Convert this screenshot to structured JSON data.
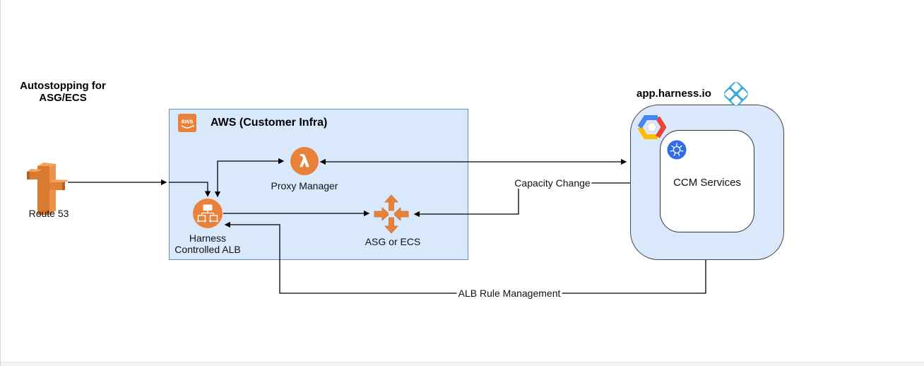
{
  "page": {
    "title_line1": "Autostopping for",
    "title_line2": "ASG/ECS"
  },
  "nodes": {
    "route53": {
      "label": "Route 53"
    },
    "aws": {
      "title": "AWS (Customer Infra)",
      "logo_text": "aws"
    },
    "proxy_manager": {
      "label": "Proxy Manager"
    },
    "alb": {
      "line1": "Harness",
      "line2": "Controlled ALB"
    },
    "asg": {
      "label": "ASG or ECS"
    },
    "harness": {
      "title": "app.harness.io"
    },
    "ccm": {
      "label": "CCM Services"
    }
  },
  "edges": {
    "capacity_change": {
      "label": "Capacity Change"
    },
    "alb_rule_management": {
      "label": "ALB Rule Management"
    }
  },
  "icons": [
    "route53-icon",
    "aws-logo-icon",
    "lambda-icon",
    "alb-icon",
    "autoscaling-icon",
    "harness-logo-icon",
    "gcp-icon",
    "kubernetes-icon"
  ],
  "colors": {
    "container_fill": "#dae8fc",
    "aws_border": "#6c8ebf",
    "orange": "#e8823a",
    "orange_dark": "#c9712a",
    "orange_light": "#f2a360",
    "orange_deep": "#b8611f",
    "line": "#000000",
    "k8s_blue": "#326de6",
    "harness_icon_blue": "#36a9de",
    "gcp_blue": "#4285f4",
    "gcp_red": "#ea4335",
    "gcp_yellow": "#fbbc05"
  }
}
